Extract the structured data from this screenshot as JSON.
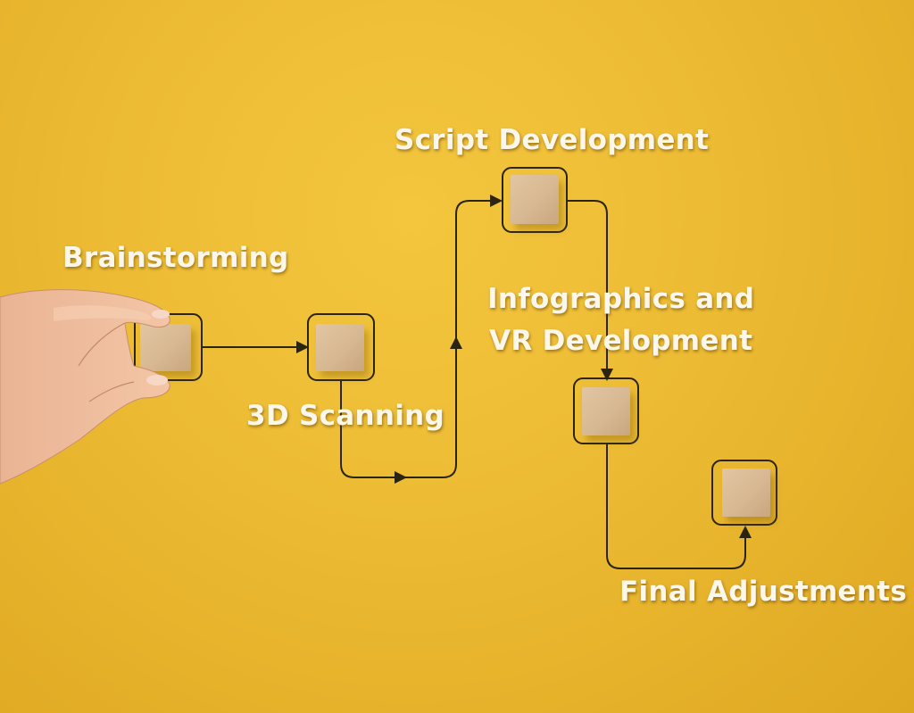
{
  "steps": [
    {
      "id": "brainstorming",
      "lines": [
        "Brainstorming"
      ]
    },
    {
      "id": "3d-scanning",
      "lines": [
        "3D Scanning"
      ]
    },
    {
      "id": "script-development",
      "lines": [
        "Script Development"
      ]
    },
    {
      "id": "infographics-vr",
      "lines": [
        "Infographics and",
        "VR Development"
      ]
    },
    {
      "id": "final-adjustments",
      "lines": [
        "Final Adjustments"
      ]
    }
  ],
  "colors": {
    "background": "#ecbb33",
    "label_text": "#fbf7ea",
    "connector": "#2a2410",
    "block_face": "#d9bb95",
    "block_outline": "#2a2410"
  }
}
